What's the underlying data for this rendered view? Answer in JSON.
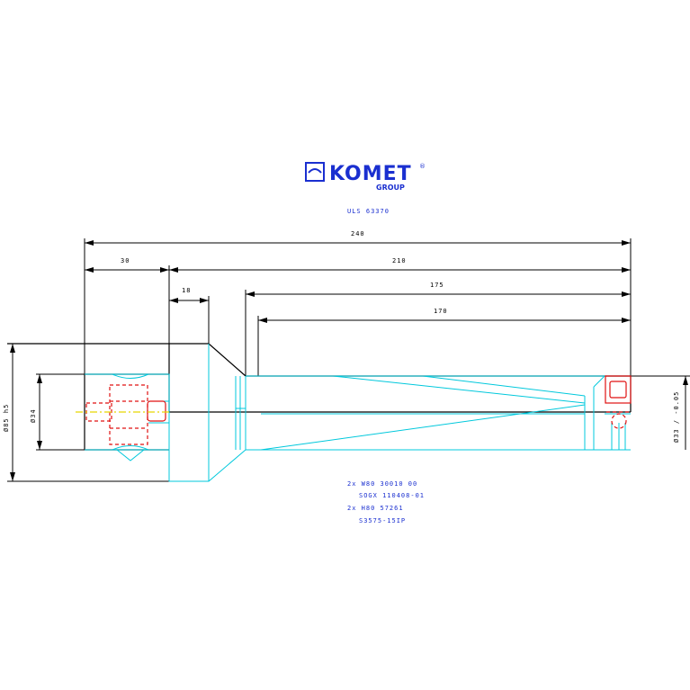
{
  "logo": {
    "brand": "KOMET",
    "registered": "®",
    "group": "GROUP"
  },
  "part_number": "ULS 63370",
  "dimensions": {
    "overall": "240",
    "shank": "30",
    "body": "210",
    "collar": "18",
    "reach_outer": "175",
    "reach_inner": "170",
    "diameter_flange": "Ø85 h5",
    "diameter_shank": "Ø34",
    "diameter_tip": "Ø33 / -0.05"
  },
  "notes": [
    "2x W80 30010 00",
    "SOGX 110408-01",
    "2x H80 57261",
    "S3575-15IP"
  ],
  "colors": {
    "outline": "#000000",
    "geometry": "#00c8dc",
    "insert": "#e01010",
    "centerline": "#e6d800",
    "text_blue": "#1a2fd0"
  }
}
